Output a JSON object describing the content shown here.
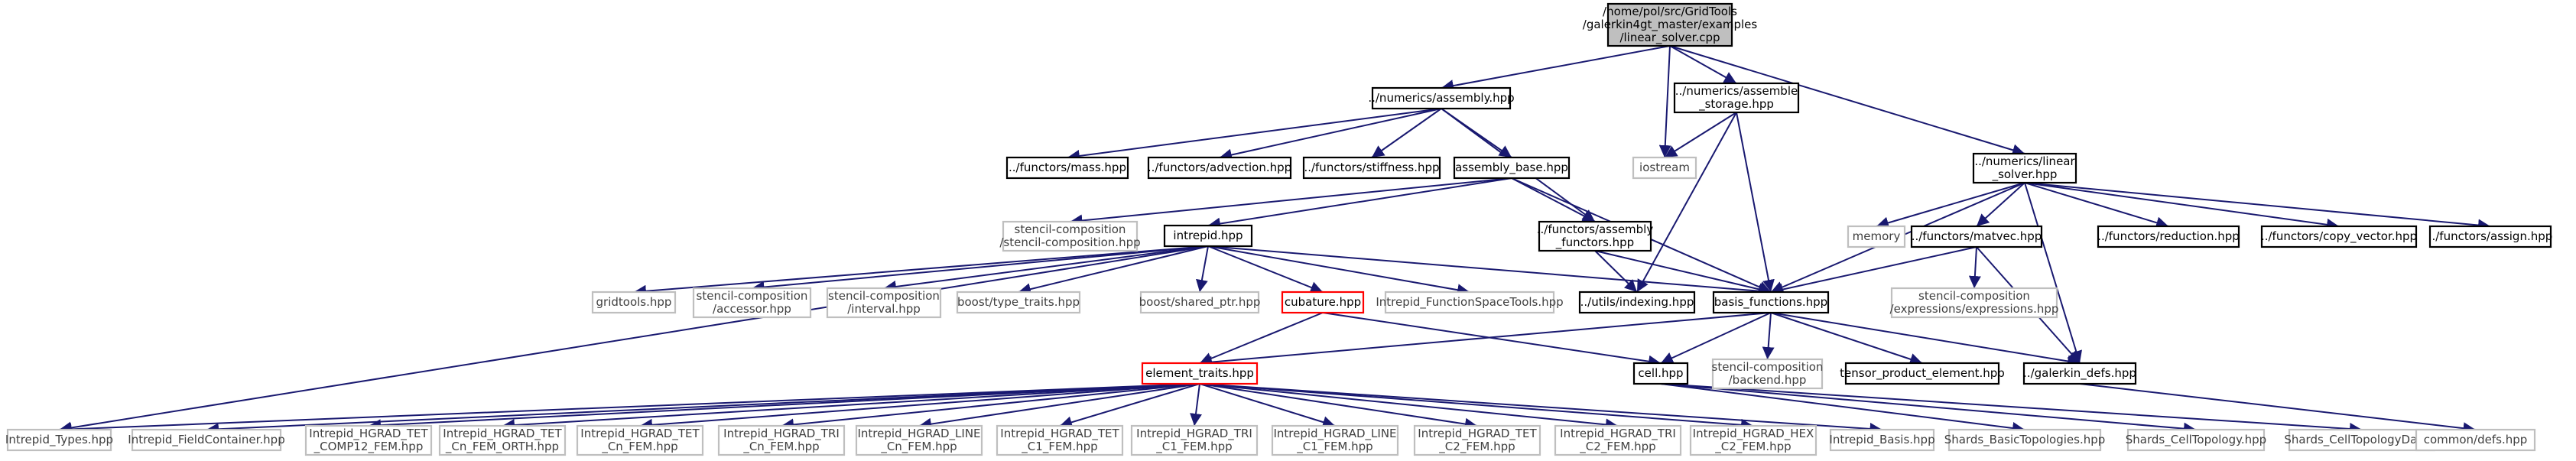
{
  "colors": {
    "edge": "#191970",
    "root_fill": "#bfbfbf",
    "text": "#000000",
    "ext_text": "#404040",
    "ext_border": "#bfbfbf",
    "highlight_border": "#ff0000",
    "normal_border": "#000000"
  },
  "nodes": [
    {
      "id": "root",
      "lines": [
        "/home/pol/src/GridTools",
        "/galerkin4gt_master/examples",
        "/linear_solver.cpp"
      ],
      "kind": "root"
    },
    {
      "id": "assembly",
      "lines": [
        "../numerics/assembly.hpp"
      ],
      "kind": "local"
    },
    {
      "id": "iostream",
      "lines": [
        "iostream"
      ],
      "kind": "external"
    },
    {
      "id": "assemble_storage",
      "lines": [
        "../numerics/assemble",
        "_storage.hpp"
      ],
      "kind": "local"
    },
    {
      "id": "linear_solver",
      "lines": [
        "../numerics/linear",
        "_solver.hpp"
      ],
      "kind": "local"
    },
    {
      "id": "mass",
      "lines": [
        "../functors/mass.hpp"
      ],
      "kind": "local"
    },
    {
      "id": "advection",
      "lines": [
        "../functors/advection.hpp"
      ],
      "kind": "local"
    },
    {
      "id": "stiffness",
      "lines": [
        "../functors/stiffness.hpp"
      ],
      "kind": "local"
    },
    {
      "id": "assembly_base",
      "lines": [
        "assembly_base.hpp"
      ],
      "kind": "local"
    },
    {
      "id": "stencil_comp",
      "lines": [
        "stencil-composition",
        "/stencil-composition.hpp"
      ],
      "kind": "external"
    },
    {
      "id": "intrepid",
      "lines": [
        "intrepid.hpp"
      ],
      "kind": "local"
    },
    {
      "id": "assembly_functors",
      "lines": [
        "../functors/assembly",
        "_functors.hpp"
      ],
      "kind": "local"
    },
    {
      "id": "memory",
      "lines": [
        "memory"
      ],
      "kind": "external"
    },
    {
      "id": "matvec",
      "lines": [
        "../functors/matvec.hpp"
      ],
      "kind": "local"
    },
    {
      "id": "reduction",
      "lines": [
        "../functors/reduction.hpp"
      ],
      "kind": "local"
    },
    {
      "id": "copy_vector",
      "lines": [
        "../functors/copy_vector.hpp"
      ],
      "kind": "local"
    },
    {
      "id": "assign",
      "lines": [
        "../functors/assign.hpp"
      ],
      "kind": "local"
    },
    {
      "id": "stencil_expr",
      "lines": [
        "stencil-composition",
        "/expressions/expressions.hpp"
      ],
      "kind": "external"
    },
    {
      "id": "gridtools",
      "lines": [
        "gridtools.hpp"
      ],
      "kind": "external"
    },
    {
      "id": "accessor",
      "lines": [
        "stencil-composition",
        "/accessor.hpp"
      ],
      "kind": "external"
    },
    {
      "id": "interval",
      "lines": [
        "stencil-composition",
        "/interval.hpp"
      ],
      "kind": "external"
    },
    {
      "id": "type_traits",
      "lines": [
        "boost/type_traits.hpp"
      ],
      "kind": "external"
    },
    {
      "id": "shared_ptr",
      "lines": [
        "boost/shared_ptr.hpp"
      ],
      "kind": "external"
    },
    {
      "id": "cubature",
      "lines": [
        "cubature.hpp"
      ],
      "kind": "highlight"
    },
    {
      "id": "fst",
      "lines": [
        "Intrepid_FunctionSpaceTools.hpp"
      ],
      "kind": "external"
    },
    {
      "id": "indexing",
      "lines": [
        "../utils/indexing.hpp"
      ],
      "kind": "local"
    },
    {
      "id": "basis_functions",
      "lines": [
        "basis_functions.hpp"
      ],
      "kind": "local"
    },
    {
      "id": "element_traits",
      "lines": [
        "element_traits.hpp"
      ],
      "kind": "highlight"
    },
    {
      "id": "cell",
      "lines": [
        "cell.hpp"
      ],
      "kind": "local"
    },
    {
      "id": "backend",
      "lines": [
        "stencil-composition",
        "/backend.hpp"
      ],
      "kind": "external"
    },
    {
      "id": "tensor_product",
      "lines": [
        "tensor_product_element.hpp"
      ],
      "kind": "local"
    },
    {
      "id": "galerkin_defs",
      "lines": [
        "../galerkin_defs.hpp"
      ],
      "kind": "local"
    },
    {
      "id": "intrepid_types",
      "lines": [
        "Intrepid_Types.hpp"
      ],
      "kind": "external"
    },
    {
      "id": "field_container",
      "lines": [
        "Intrepid_FieldContainer.hpp"
      ],
      "kind": "external"
    },
    {
      "id": "tet_comp12",
      "lines": [
        "Intrepid_HGRAD_TET",
        "_COMP12_FEM.hpp"
      ],
      "kind": "external"
    },
    {
      "id": "tet_cn_orth",
      "lines": [
        "Intrepid_HGRAD_TET",
        "_Cn_FEM_ORTH.hpp"
      ],
      "kind": "external"
    },
    {
      "id": "tet_cn",
      "lines": [
        "Intrepid_HGRAD_TET",
        "_Cn_FEM.hpp"
      ],
      "kind": "external"
    },
    {
      "id": "tri_cn",
      "lines": [
        "Intrepid_HGRAD_TRI",
        "_Cn_FEM.hpp"
      ],
      "kind": "external"
    },
    {
      "id": "line_cn",
      "lines": [
        "Intrepid_HGRAD_LINE",
        "_Cn_FEM.hpp"
      ],
      "kind": "external"
    },
    {
      "id": "tet_c1",
      "lines": [
        "Intrepid_HGRAD_TET",
        "_C1_FEM.hpp"
      ],
      "kind": "external"
    },
    {
      "id": "tri_c1",
      "lines": [
        "Intrepid_HGRAD_TRI",
        "_C1_FEM.hpp"
      ],
      "kind": "external"
    },
    {
      "id": "line_c1",
      "lines": [
        "Intrepid_HGRAD_LINE",
        "_C1_FEM.hpp"
      ],
      "kind": "external"
    },
    {
      "id": "tet_c2",
      "lines": [
        "Intrepid_HGRAD_TET",
        "_C2_FEM.hpp"
      ],
      "kind": "external"
    },
    {
      "id": "tri_c2",
      "lines": [
        "Intrepid_HGRAD_TRI",
        "_C2_FEM.hpp"
      ],
      "kind": "external"
    },
    {
      "id": "hex_c2",
      "lines": [
        "Intrepid_HGRAD_HEX",
        "_C2_FEM.hpp"
      ],
      "kind": "external"
    },
    {
      "id": "intrepid_basis",
      "lines": [
        "Intrepid_Basis.hpp"
      ],
      "kind": "external"
    },
    {
      "id": "shards_basic",
      "lines": [
        "Shards_BasicTopologies.hpp"
      ],
      "kind": "external"
    },
    {
      "id": "shards_cell",
      "lines": [
        "Shards_CellTopology.hpp"
      ],
      "kind": "external"
    },
    {
      "id": "shards_data",
      "lines": [
        "Shards_CellTopologyData.h"
      ],
      "kind": "external"
    },
    {
      "id": "common_defs",
      "lines": [
        "common/defs.hpp"
      ],
      "kind": "external"
    }
  ],
  "edges": [
    [
      "root",
      "assembly"
    ],
    [
      "root",
      "iostream"
    ],
    [
      "root",
      "assemble_storage"
    ],
    [
      "root",
      "linear_solver"
    ],
    [
      "assembly",
      "mass"
    ],
    [
      "assembly",
      "advection"
    ],
    [
      "assembly",
      "stiffness"
    ],
    [
      "assembly",
      "assembly_base"
    ],
    [
      "assembly",
      "assembly_functors"
    ],
    [
      "assemble_storage",
      "iostream"
    ],
    [
      "assemble_storage",
      "indexing"
    ],
    [
      "assemble_storage",
      "basis_functions"
    ],
    [
      "linear_solver",
      "memory"
    ],
    [
      "linear_solver",
      "matvec"
    ],
    [
      "linear_solver",
      "reduction"
    ],
    [
      "linear_solver",
      "copy_vector"
    ],
    [
      "linear_solver",
      "assign"
    ],
    [
      "linear_solver",
      "basis_functions"
    ],
    [
      "linear_solver",
      "galerkin_defs"
    ],
    [
      "assembly_base",
      "stencil_comp"
    ],
    [
      "assembly_base",
      "intrepid"
    ],
    [
      "assembly_base",
      "assembly_functors"
    ],
    [
      "assembly_base",
      "basis_functions"
    ],
    [
      "assembly_functors",
      "indexing"
    ],
    [
      "assembly_functors",
      "basis_functions"
    ],
    [
      "matvec",
      "stencil_expr"
    ],
    [
      "matvec",
      "basis_functions"
    ],
    [
      "matvec",
      "galerkin_defs"
    ],
    [
      "intrepid",
      "gridtools"
    ],
    [
      "intrepid",
      "accessor"
    ],
    [
      "intrepid",
      "interval"
    ],
    [
      "intrepid",
      "type_traits"
    ],
    [
      "intrepid",
      "shared_ptr"
    ],
    [
      "intrepid",
      "cubature"
    ],
    [
      "intrepid",
      "fst"
    ],
    [
      "intrepid",
      "basis_functions"
    ],
    [
      "intrepid",
      "intrepid_types"
    ],
    [
      "cubature",
      "element_traits"
    ],
    [
      "cubature",
      "cell"
    ],
    [
      "basis_functions",
      "element_traits"
    ],
    [
      "basis_functions",
      "cell"
    ],
    [
      "basis_functions",
      "backend"
    ],
    [
      "basis_functions",
      "tensor_product"
    ],
    [
      "basis_functions",
      "galerkin_defs"
    ],
    [
      "galerkin_defs",
      "common_defs"
    ],
    [
      "element_traits",
      "intrepid_types"
    ],
    [
      "element_traits",
      "field_container"
    ],
    [
      "element_traits",
      "tet_comp12"
    ],
    [
      "element_traits",
      "tet_cn_orth"
    ],
    [
      "element_traits",
      "tet_cn"
    ],
    [
      "element_traits",
      "tri_cn"
    ],
    [
      "element_traits",
      "line_cn"
    ],
    [
      "element_traits",
      "tet_c1"
    ],
    [
      "element_traits",
      "tri_c1"
    ],
    [
      "element_traits",
      "line_c1"
    ],
    [
      "element_traits",
      "tet_c2"
    ],
    [
      "element_traits",
      "tri_c2"
    ],
    [
      "element_traits",
      "hex_c2"
    ],
    [
      "element_traits",
      "intrepid_basis"
    ],
    [
      "cell",
      "shards_basic"
    ],
    [
      "cell",
      "shards_cell"
    ],
    [
      "cell",
      "shards_data"
    ]
  ]
}
